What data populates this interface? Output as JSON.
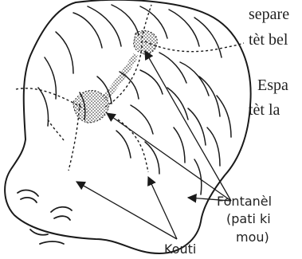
{
  "body_text": {
    "line1": "separe",
    "line2": "tèt bel",
    "line3": "Espa",
    "line4": "tèt la"
  },
  "labels": {
    "fontanel": "Fontanèl",
    "fontanel_note_1": "(pati ki",
    "fontanel_note_2": "mou)",
    "suture": "Kouti"
  },
  "colors": {
    "ink": "#1a1a1a",
    "background": "#ffffff"
  }
}
